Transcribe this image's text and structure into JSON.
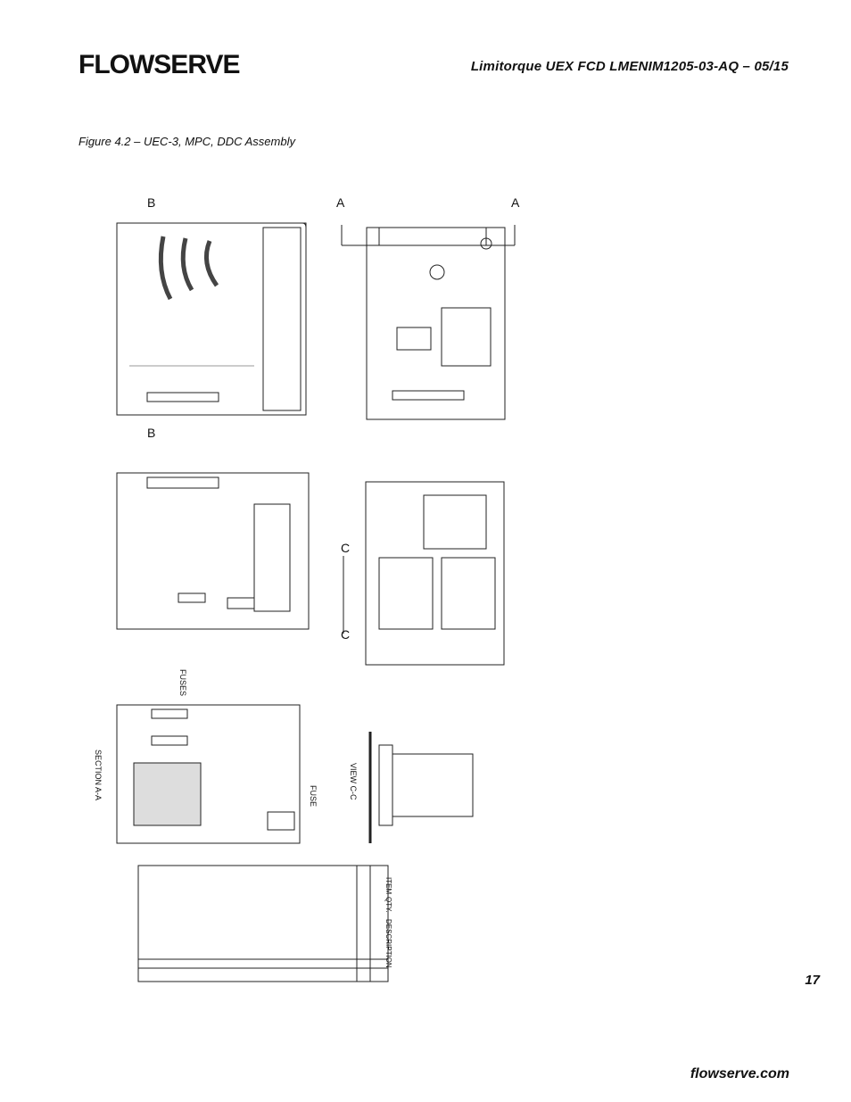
{
  "header": {
    "brand": "FLOWSERVE",
    "title": "Limitorque UEX    FCD LMENIM1205-03-AQ – 05/15"
  },
  "figure": {
    "caption": "Figure 4.2 – UEC-3, MPC, DDC Assembly",
    "drawing_labels": {
      "section_a": "A",
      "section_b": "B",
      "section_c": "C",
      "section_aa": "SECTION A-A",
      "view_cc": "VIEW C-C",
      "fuses": "FUSES",
      "fuse": "FUSE"
    },
    "parts_table_headers": [
      "ITEM",
      "QTY.",
      "DESCRIPTION"
    ]
  },
  "footer": {
    "page_number": "17",
    "url": "flowserve.com"
  }
}
